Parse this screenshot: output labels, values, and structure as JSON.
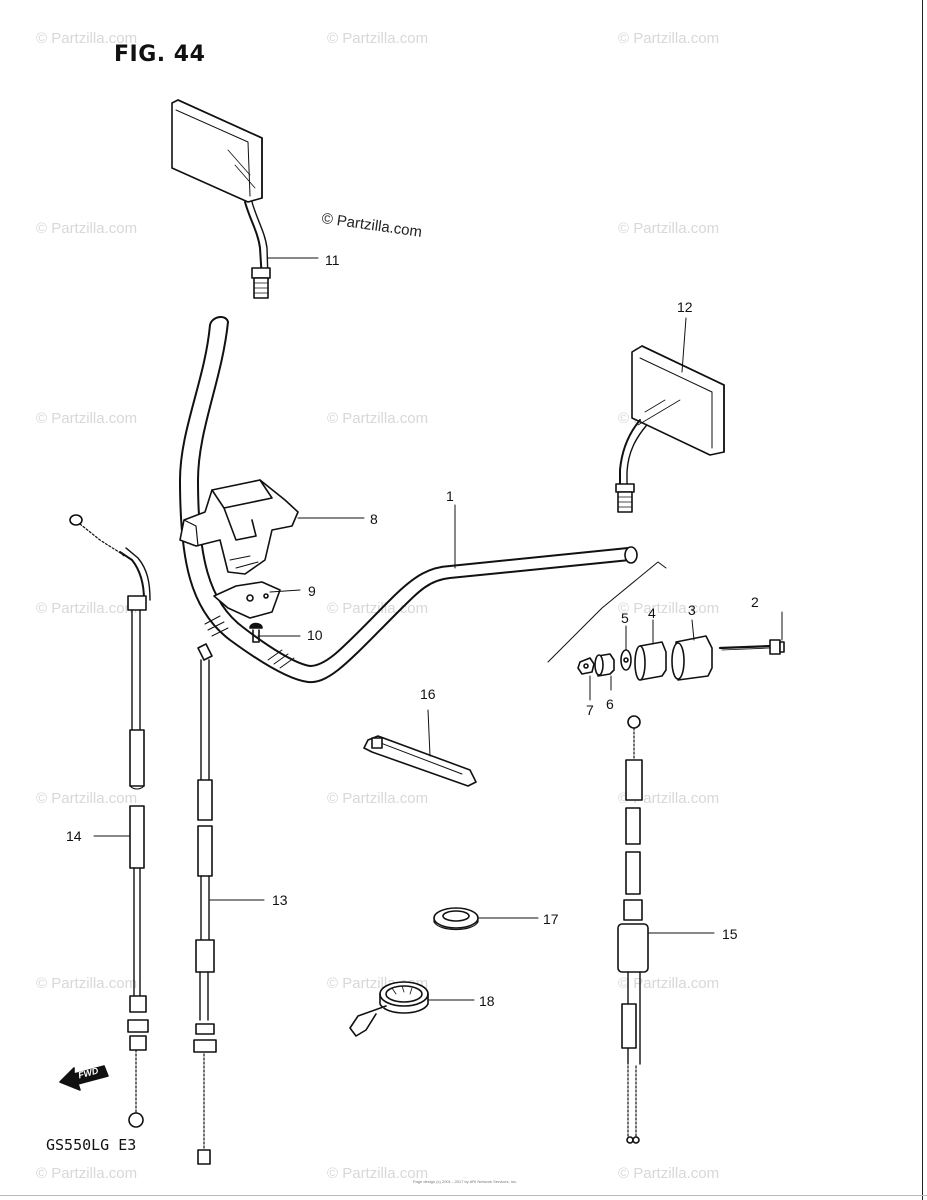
{
  "figure": {
    "title": "FIG. 44",
    "model_code": "GS550LG  E3",
    "watermark_main": "© Partzilla.com",
    "watermark_repeat": "© Partzilla.com",
    "credit_line1": "...",
    "credit_line2": "Page design (c) 2001 - 2017 by ARI Network Services, Inc.",
    "fwd_label": "FWD"
  },
  "callouts": [
    {
      "id": "1",
      "label": "1"
    },
    {
      "id": "2",
      "label": "2"
    },
    {
      "id": "3",
      "label": "3"
    },
    {
      "id": "4",
      "label": "4"
    },
    {
      "id": "5",
      "label": "5"
    },
    {
      "id": "6",
      "label": "6"
    },
    {
      "id": "7",
      "label": "7"
    },
    {
      "id": "8",
      "label": "8"
    },
    {
      "id": "9",
      "label": "9"
    },
    {
      "id": "10",
      "label": "10"
    },
    {
      "id": "11",
      "label": "11"
    },
    {
      "id": "12",
      "label": "12"
    },
    {
      "id": "13",
      "label": "13"
    },
    {
      "id": "14",
      "label": "14"
    },
    {
      "id": "15",
      "label": "15"
    },
    {
      "id": "16",
      "label": "16"
    },
    {
      "id": "17",
      "label": "17"
    },
    {
      "id": "18",
      "label": "18"
    }
  ],
  "colors": {
    "line": "#111111",
    "watermark": "#d8d8d8"
  }
}
